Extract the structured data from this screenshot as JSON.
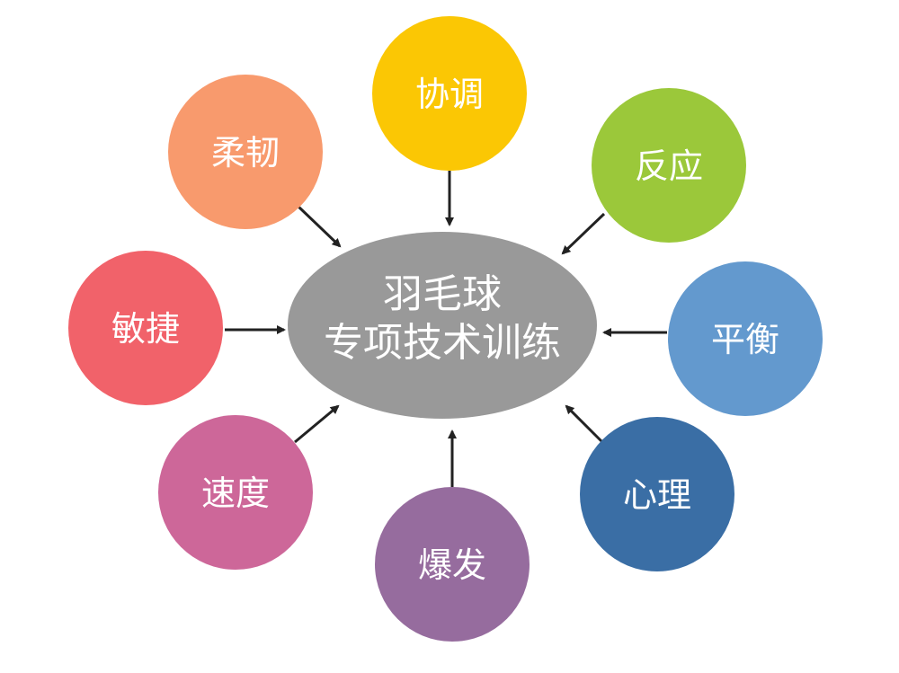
{
  "center": {
    "line1": "羽毛球",
    "line2": "专项技术训练",
    "color": "#999999"
  },
  "nodes": [
    {
      "key": "xietiao",
      "label": "协调",
      "color": "#FBC704"
    },
    {
      "key": "fanying",
      "label": "反应",
      "color": "#9BC83A"
    },
    {
      "key": "pingheng",
      "label": "平衡",
      "color": "#6399CE"
    },
    {
      "key": "xinli",
      "label": "心理",
      "color": "#3A6EA5"
    },
    {
      "key": "baofa",
      "label": "爆发",
      "color": "#966C9E"
    },
    {
      "key": "sudu",
      "label": "速度",
      "color": "#CD6799"
    },
    {
      "key": "minjie",
      "label": "敏捷",
      "color": "#F1626A"
    },
    {
      "key": "rouren",
      "label": "柔韧",
      "color": "#F89A6D"
    }
  ],
  "arrow_color": "#222222"
}
